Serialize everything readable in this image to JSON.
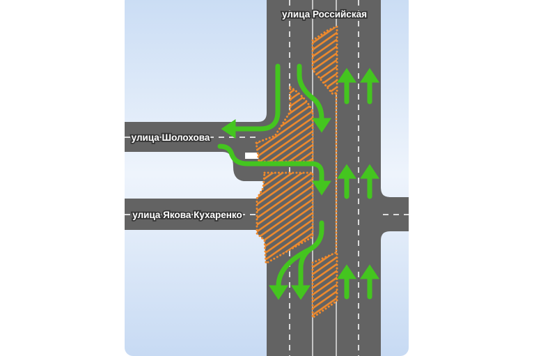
{
  "streets": {
    "main": "улица Российская",
    "top_side": "улица Шолохова",
    "bottom_side": "улица Якова Кухаренко"
  },
  "colors": {
    "road": "#636363",
    "arrow": "#44c51f",
    "hatch": "#f08a2c",
    "background": "#dce9f8"
  }
}
